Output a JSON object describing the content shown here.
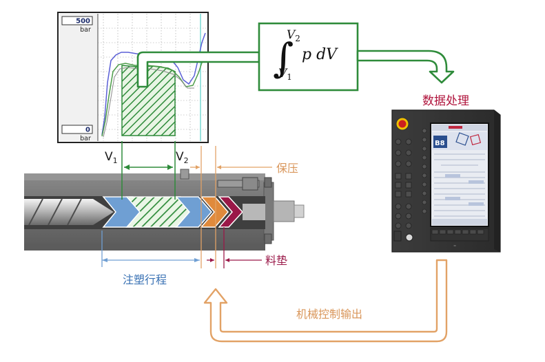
{
  "chart": {
    "y_max_value": "500",
    "y_max_unit": "bar",
    "y_min_value": "0",
    "y_min_unit": "bar"
  },
  "formula": {
    "integral_upper": "V",
    "integral_upper_sub": "2",
    "integral_lower": "V",
    "integral_lower_sub": "1",
    "integrand": "p dV"
  },
  "labels": {
    "v1": "V",
    "v1_sub": "1",
    "v2": "V",
    "v2_sub": "2",
    "data_processing": "数据处理",
    "holding_pressure": "保压",
    "injection_stroke": "注塑行程",
    "cushion": "料垫",
    "machine_control_output": "机械控制输出"
  },
  "controller": {
    "screen_title": "B8"
  },
  "colors": {
    "green": "#2e8b3a",
    "orange": "#e2a266",
    "blue": "#6f9fd3",
    "crimson": "#9a1848",
    "chart_line_blue": "#5a5fd6",
    "chart_line_green": "#4c9c48"
  }
}
